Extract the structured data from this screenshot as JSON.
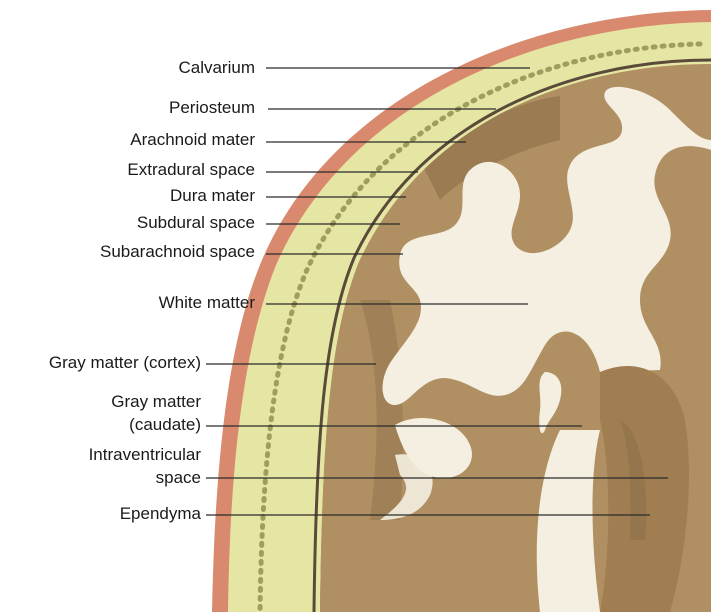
{
  "labels": {
    "calvarium": "Calvarium",
    "periosteum": "Periosteum",
    "arachnoid_mater": "Arachnoid mater",
    "extradural_space": "Extradural space",
    "dura_mater": "Dura mater",
    "subdural_space": "Subdural space",
    "subarachnoid_space": "Subarachnoid space",
    "white_matter": "White matter",
    "gray_matter_cortex": "Gray matter (cortex)",
    "gray_matter_caudate_line1": "Gray matter",
    "gray_matter_caudate_line2": "(caudate)",
    "intraventricular_line1": "Intraventricular",
    "intraventricular_line2": "space",
    "ependyma": "Ependyma"
  },
  "colors": {
    "skin": "#d98a6e",
    "bone": "#e6e6a4",
    "bone_dots": "#9f9d60",
    "gray_matter": "#b09063",
    "gray_matter_dark": "#8a6c45",
    "white_matter": "#f4efe1",
    "membrane": "#5a4a3a",
    "leader": "#2a2a2a"
  }
}
